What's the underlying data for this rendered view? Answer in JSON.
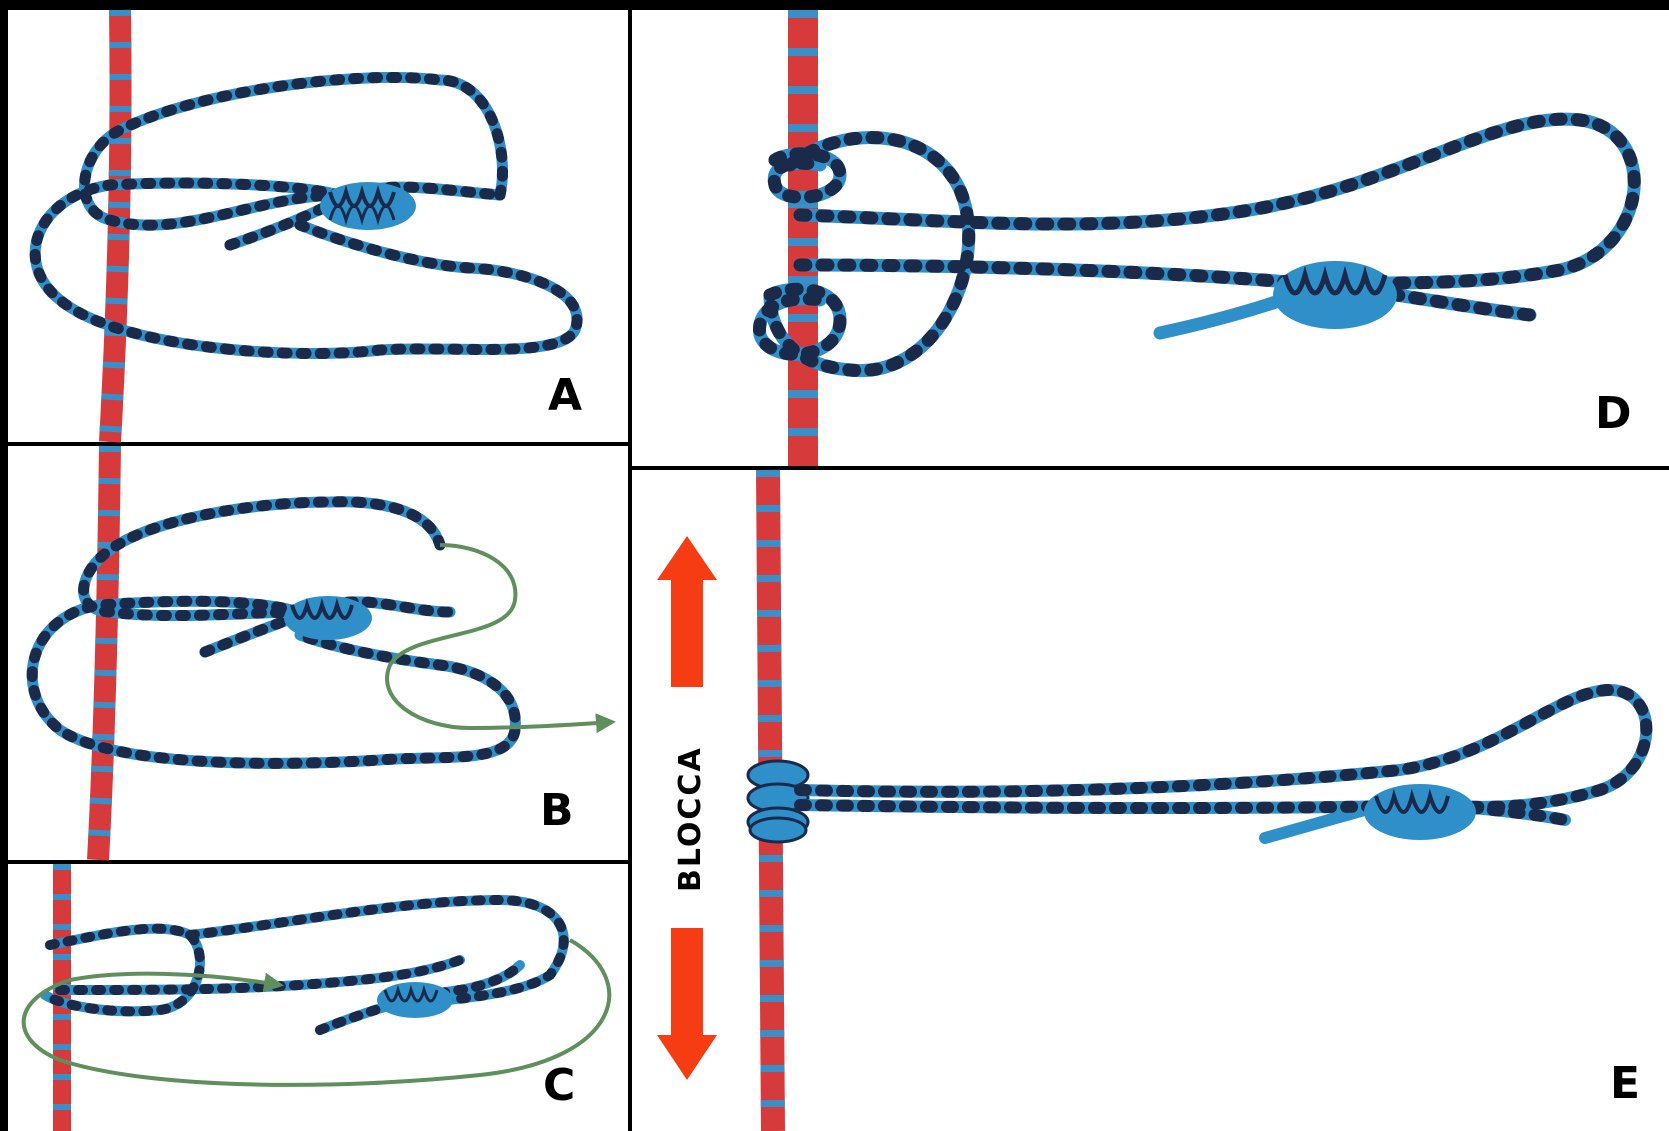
{
  "figure": {
    "panels": [
      {
        "id": "A",
        "label": "A"
      },
      {
        "id": "B",
        "label": "B"
      },
      {
        "id": "C",
        "label": "C"
      },
      {
        "id": "D",
        "label": "D"
      },
      {
        "id": "E",
        "label": "E"
      }
    ],
    "arrow_caption": "BLOCCA",
    "colors": {
      "background_frame": "#000000",
      "panel_background": "#ffffff",
      "main_rope": "#d63a3a",
      "main_rope_fleck": "#3a8fc8",
      "loop_rope": "#2e8fc9",
      "loop_rope_fleck": "#1a2a4a",
      "guide_line": "#5f8f5c",
      "arrow": "#f53c12"
    },
    "icons": {
      "up_arrow": "arrow-up-icon",
      "down_arrow": "arrow-down-icon"
    }
  }
}
